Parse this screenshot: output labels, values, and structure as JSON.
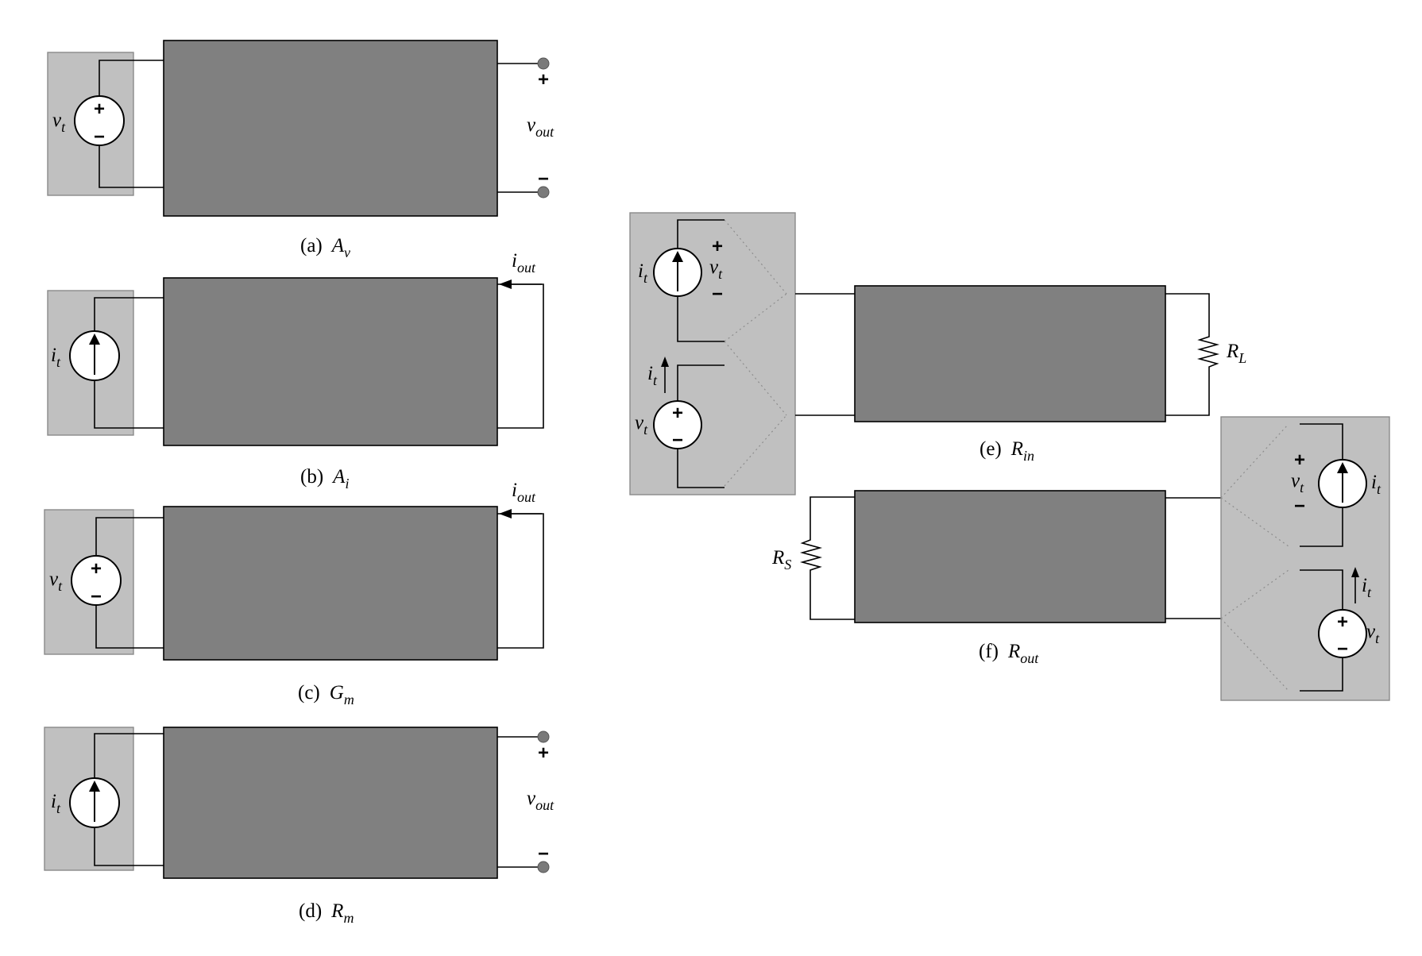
{
  "diagrams": {
    "a": {
      "caption": "(a)",
      "symbol": "A",
      "sub": "v",
      "source": "v",
      "source_sub": "t",
      "out": "v",
      "out_sub": "out",
      "plus": "+",
      "minus": "−",
      "srcplus": "+",
      "srcminus": "−"
    },
    "b": {
      "caption": "(b)",
      "symbol": "A",
      "sub": "i",
      "source": "i",
      "source_sub": "t",
      "out": "i",
      "out_sub": "out"
    },
    "c": {
      "caption": "(c)",
      "symbol": "G",
      "sub": "m",
      "source": "v",
      "source_sub": "t",
      "out": "i",
      "out_sub": "out",
      "srcplus": "+",
      "srcminus": "−"
    },
    "d": {
      "caption": "(d)",
      "symbol": "R",
      "sub": "m",
      "source": "i",
      "source_sub": "t",
      "out": "v",
      "out_sub": "out",
      "plus": "+",
      "minus": "−"
    },
    "e": {
      "caption": "(e)",
      "symbol": "R",
      "sub": "in",
      "i_src": "i",
      "i_src_sub": "t",
      "v_meas": "v",
      "v_meas_sub": "t",
      "i_meas": "i",
      "i_meas_sub": "t",
      "v_src": "v",
      "v_src_sub": "t",
      "load": "R",
      "load_sub": "L",
      "plus": "+",
      "minus": "−"
    },
    "f": {
      "caption": "(f)",
      "symbol": "R",
      "sub": "out",
      "i_src": "i",
      "i_src_sub": "t",
      "v_meas": "v",
      "v_meas_sub": "t",
      "i_meas": "i",
      "i_meas_sub": "t",
      "v_src": "v",
      "v_src_sub": "t",
      "load": "R",
      "load_sub": "S",
      "plus": "+",
      "minus": "−"
    }
  },
  "colors": {
    "amplifier": "#808080",
    "source_box": "#c0c0c0",
    "terminal": "#7a7a7a"
  }
}
